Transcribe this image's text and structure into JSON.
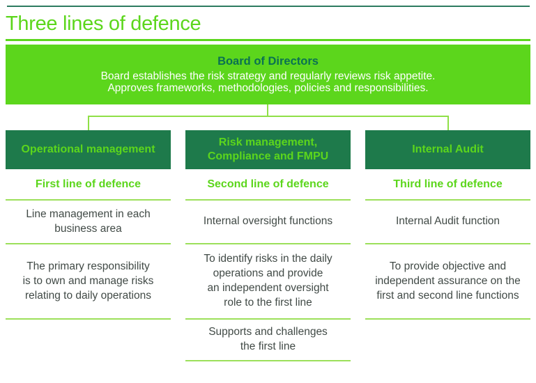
{
  "page": {
    "title": "Three lines of defence"
  },
  "board": {
    "title": "Board of Directors",
    "line1": "Board establishes the risk strategy and regularly reviews risk appetite.",
    "line2": "Approves frameworks, methodologies, policies and responsibilities."
  },
  "columns": [
    {
      "header": "Operational management",
      "line_label": "First line of defence",
      "cells": [
        "Line management in each\nbusiness area",
        "The primary responsibility\nis to own and manage risks\nrelating to daily operations"
      ]
    },
    {
      "header": "Risk management,\nCompliance and FMPU",
      "line_label": "Second line of defence",
      "cells": [
        "Internal oversight functions",
        "To identify risks in the daily\noperations and provide\nan independent oversight\nrole to the first line",
        "Supports and challenges\nthe first line"
      ]
    },
    {
      "header": "Internal Audit",
      "line_label": "Third line of defence",
      "cells": [
        "Internal Audit function",
        "To provide objective and\nindependent assurance on the\nfirst and second line functions"
      ]
    }
  ],
  "colors": {
    "bright_green": "#5cd61c",
    "rule_green": "#9ce05a",
    "connector_green": "#8fe047",
    "dark_green": "#1e7a4b",
    "teal_rule": "#2c7b60",
    "heading_teal": "#0a7152",
    "text_gray": "#414a46",
    "white": "#ffffff"
  }
}
